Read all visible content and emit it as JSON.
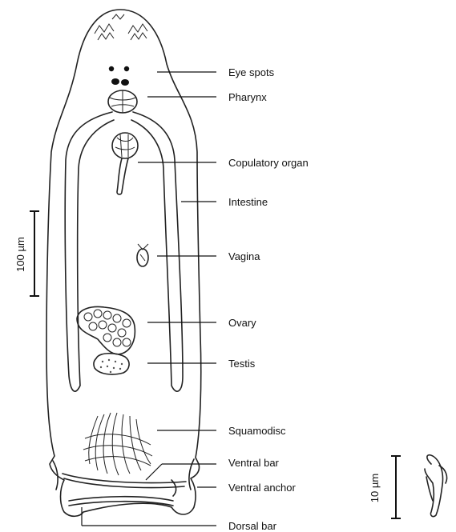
{
  "labels": {
    "eye_spots": "Eye spots",
    "pharynx": "Pharynx",
    "copulatory_organ": "Copulatory organ",
    "intestine": "Intestine",
    "vagina": "Vagina",
    "ovary": "Ovary",
    "testis": "Testis",
    "squamodisc": "Squamodisc",
    "ventral_bar": "Ventral bar",
    "ventral_anchor": "Ventral anchor",
    "dorsal_bar": "Dorsal bar"
  },
  "scale_bars": {
    "body": "100 µm",
    "anchor": "10 µm"
  }
}
